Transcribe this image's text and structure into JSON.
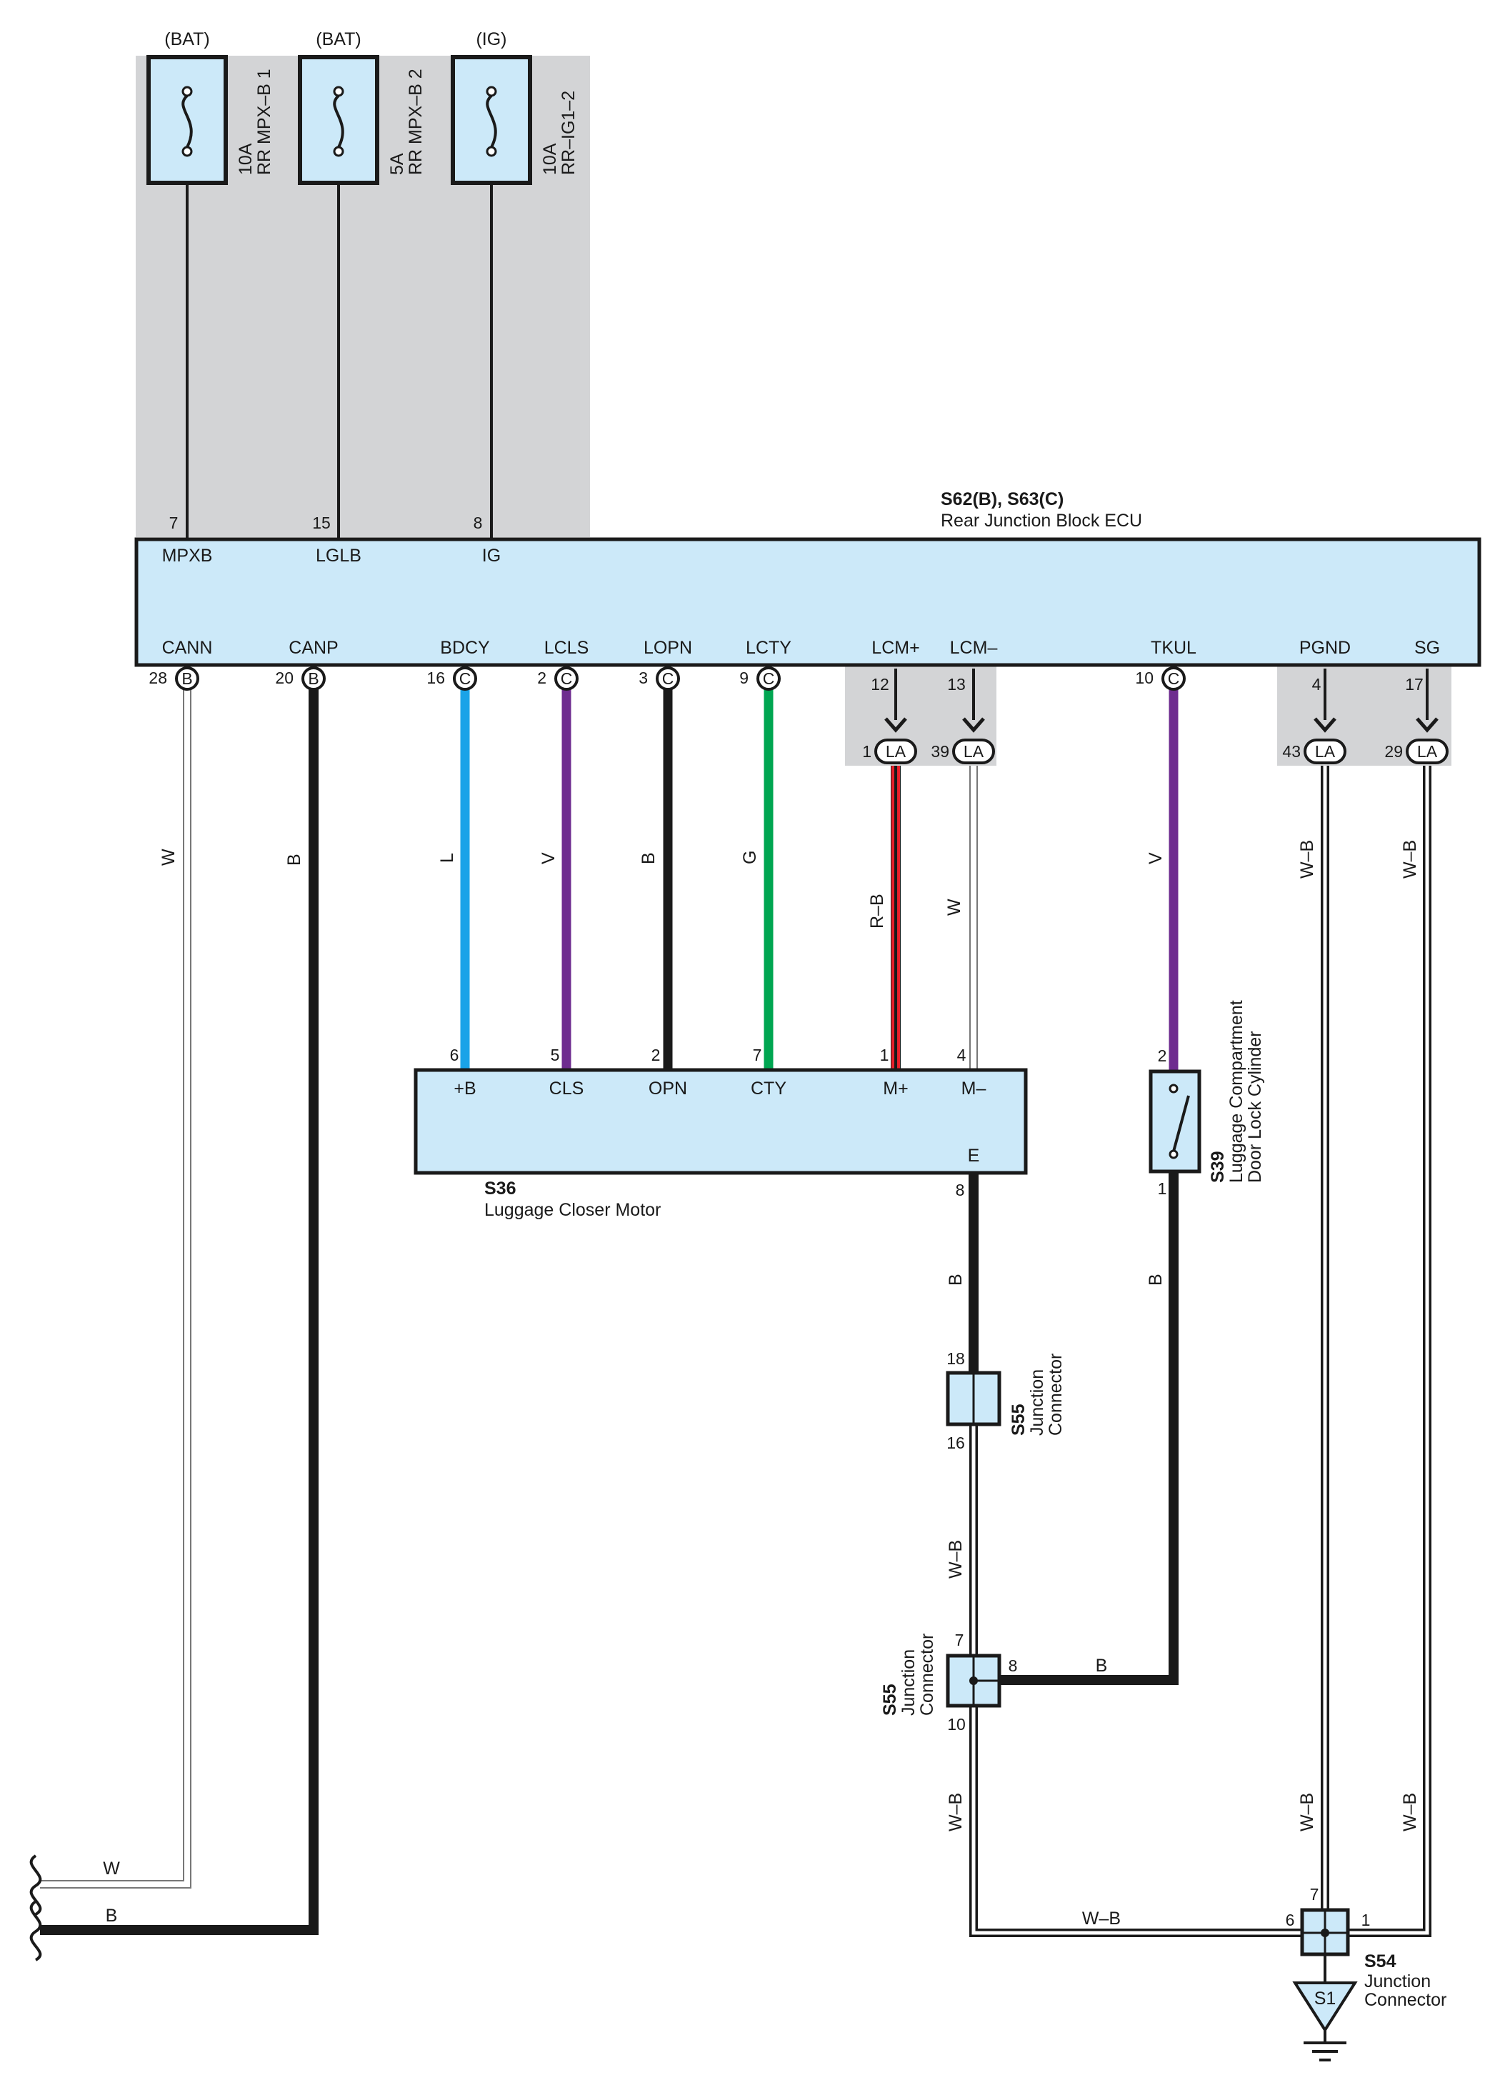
{
  "colors": {
    "ecu_fill": "#cce9f9",
    "shade": "#d3d4d6",
    "wire_black": "#1a1a1a",
    "wire_blue": "#1aa3e8",
    "wire_violet": "#6e2c8f",
    "wire_green": "#00a651",
    "wire_red": "#e8202a"
  },
  "fuses": [
    {
      "source": "(BAT)",
      "rating": "10A",
      "name": "RR MPX–B 1"
    },
    {
      "source": "(BAT)",
      "rating": "5A",
      "name": "RR MPX–B 2"
    },
    {
      "source": "(IG)",
      "rating": "10A",
      "name": "RR–IG1–2"
    }
  ],
  "ecu": {
    "code": "S62(B), S63(C)",
    "name": "Rear Junction Block ECU",
    "top_pins": [
      {
        "num": "7",
        "name": "MPXB"
      },
      {
        "num": "15",
        "name": "LGLB"
      },
      {
        "num": "8",
        "name": "IG"
      }
    ],
    "bottom_pins": [
      {
        "num": "28",
        "conn": "B",
        "name": "CANN"
      },
      {
        "num": "20",
        "conn": "B",
        "name": "CANP"
      },
      {
        "num": "16",
        "conn": "C",
        "name": "BDCY"
      },
      {
        "num": "2",
        "conn": "C",
        "name": "LCLS"
      },
      {
        "num": "3",
        "conn": "C",
        "name": "LOPN"
      },
      {
        "num": "9",
        "conn": "C",
        "name": "LCTY"
      },
      {
        "num": "12",
        "conn": "",
        "name": "LCM+"
      },
      {
        "num": "13",
        "conn": "",
        "name": "LCM–"
      },
      {
        "num": "10",
        "conn": "C",
        "name": "TKUL"
      },
      {
        "num": "4",
        "conn": "",
        "name": "PGND"
      },
      {
        "num": "17",
        "conn": "",
        "name": "SG"
      }
    ]
  },
  "la_connectors": [
    {
      "num": "1",
      "label": "LA"
    },
    {
      "num": "39",
      "label": "LA"
    },
    {
      "num": "43",
      "label": "LA"
    },
    {
      "num": "29",
      "label": "LA"
    }
  ],
  "wire_codes": {
    "cann": "W",
    "canp": "B",
    "bdcy": "L",
    "lcls": "V",
    "lopn": "B",
    "lcty": "G",
    "lcm_plus": "R–B",
    "lcm_minus": "W",
    "tkul": "V",
    "pgnd": "W–B",
    "sg": "W–B",
    "motor_ground": "B",
    "cyl_ground": "B",
    "s55a_to_s55b": "W–B",
    "s55b_out": "W–B",
    "cyl_to_s55b": "B",
    "s55b_to_s54": "W–B",
    "pgnd_lower": "W–B",
    "sg_lower": "W–B",
    "left_w": "W",
    "left_b": "B"
  },
  "motor": {
    "code": "S36",
    "name": "Luggage Closer Motor",
    "pins": [
      {
        "num": "6",
        "name": "+B"
      },
      {
        "num": "5",
        "name": "CLS"
      },
      {
        "num": "2",
        "name": "OPN"
      },
      {
        "num": "7",
        "name": "CTY"
      },
      {
        "num": "1",
        "name": "M+"
      },
      {
        "num": "4",
        "name": "M–"
      }
    ],
    "ground_pin": {
      "num": "8",
      "name": "E"
    }
  },
  "cylinder": {
    "code": "S39",
    "line1": "Luggage Compartment",
    "line2": "Door Lock Cylinder",
    "pin_top": "2",
    "pin_bottom": "1"
  },
  "j_s55_a": {
    "code": "S55",
    "line1": "Junction",
    "line2": "Connector",
    "pin_top": "18",
    "pin_bottom": "16"
  },
  "j_s55_b": {
    "code": "S55",
    "line1": "Junction",
    "line2": "Connector",
    "pin_top": "7",
    "pin_right": "8",
    "pin_bottom": "10"
  },
  "j_s54": {
    "code": "S54",
    "line1": "Junction",
    "line2": "Connector",
    "pin_top": "7",
    "pin_left": "6",
    "pin_right": "1"
  },
  "ground": {
    "label": "S1"
  }
}
